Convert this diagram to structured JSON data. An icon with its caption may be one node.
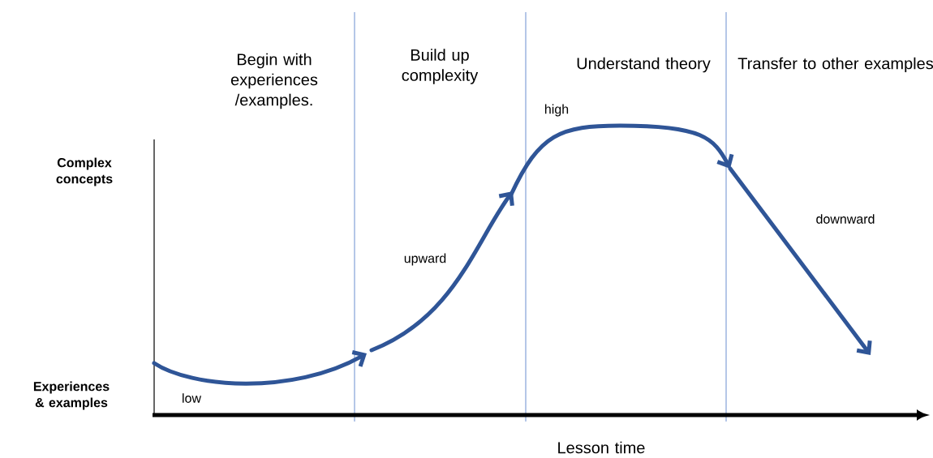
{
  "diagram": {
    "labels": [
      "Begin with experiences /examples.",
      "Build up complexity",
      "Understand theory",
      "Transfer to other examples",
      "high",
      "Complex concepts",
      "downward",
      "upward",
      "Experiences & examples",
      "low",
      "Lesson time"
    ]
  }
}
